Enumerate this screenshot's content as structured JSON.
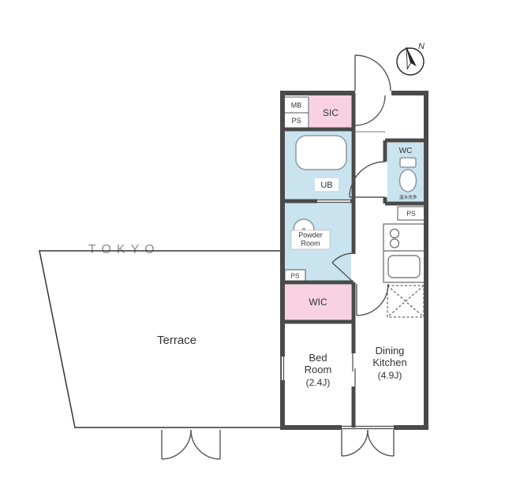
{
  "compass": {
    "north": "N"
  },
  "watermark": "TOKYO",
  "labels": {
    "mb": "MB",
    "ps_top": "PS",
    "ps_right": "PS",
    "ps_left": "PS",
    "sic": "SIC",
    "ub": "UB",
    "wc": "WC",
    "wc_note": "温水洗浄",
    "powder_line1": "Powder",
    "powder_line2": "Room",
    "wic": "WIC",
    "bedroom_line1": "Bed",
    "bedroom_line2": "Room",
    "bedroom_size": "(2.4J)",
    "dk_line1": "Dining",
    "dk_line2": "Kitchen",
    "dk_size": "(4.9J)",
    "terrace": "Terrace"
  },
  "colors": {
    "wall": "#4a4a4a",
    "wet_area": "#c9e3ef",
    "closet_pink": "#f8d2e2",
    "sic_text": "#d6336c",
    "line": "#555555",
    "fixture": "#8a9aa3"
  }
}
